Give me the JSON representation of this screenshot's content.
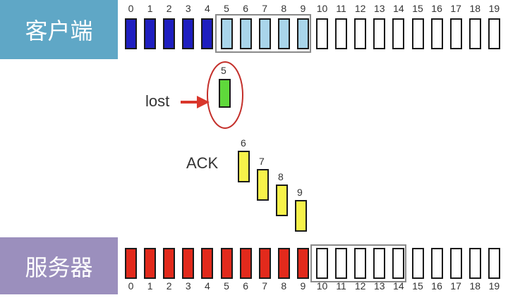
{
  "client": {
    "label": "客户端",
    "numbers": [
      "0",
      "1",
      "2",
      "3",
      "4",
      "5",
      "6",
      "7",
      "8",
      "9",
      "10",
      "11",
      "12",
      "13",
      "14",
      "15",
      "16",
      "17",
      "18",
      "19"
    ],
    "states": [
      "sent",
      "sent",
      "sent",
      "sent",
      "sent",
      "window",
      "window",
      "window",
      "window",
      "window",
      "empty",
      "empty",
      "empty",
      "empty",
      "empty",
      "empty",
      "empty",
      "empty",
      "empty",
      "empty"
    ]
  },
  "server": {
    "label": "服务器",
    "numbers": [
      "0",
      "1",
      "2",
      "3",
      "4",
      "5",
      "6",
      "7",
      "8",
      "9",
      "10",
      "11",
      "12",
      "13",
      "14",
      "15",
      "16",
      "17",
      "18",
      "19"
    ],
    "states": [
      "received",
      "received",
      "received",
      "received",
      "received",
      "received",
      "received",
      "received",
      "received",
      "received",
      "empty",
      "empty",
      "empty",
      "empty",
      "empty",
      "empty",
      "empty",
      "empty",
      "empty",
      "empty"
    ]
  },
  "lost": {
    "label": "lost",
    "packet": "5"
  },
  "ack": {
    "label": "ACK",
    "packets": [
      "6",
      "7",
      "8",
      "9"
    ]
  },
  "colors": {
    "sent": "#1f1fc0",
    "window": "#a9d5ea",
    "received": "#e22a1c",
    "lost_packet": "#5fd83b",
    "ack_packet": "#f7f24a",
    "lost_circle": "#c4302b",
    "arrow": "#d9362b",
    "window_border": "#8a8a8a"
  }
}
